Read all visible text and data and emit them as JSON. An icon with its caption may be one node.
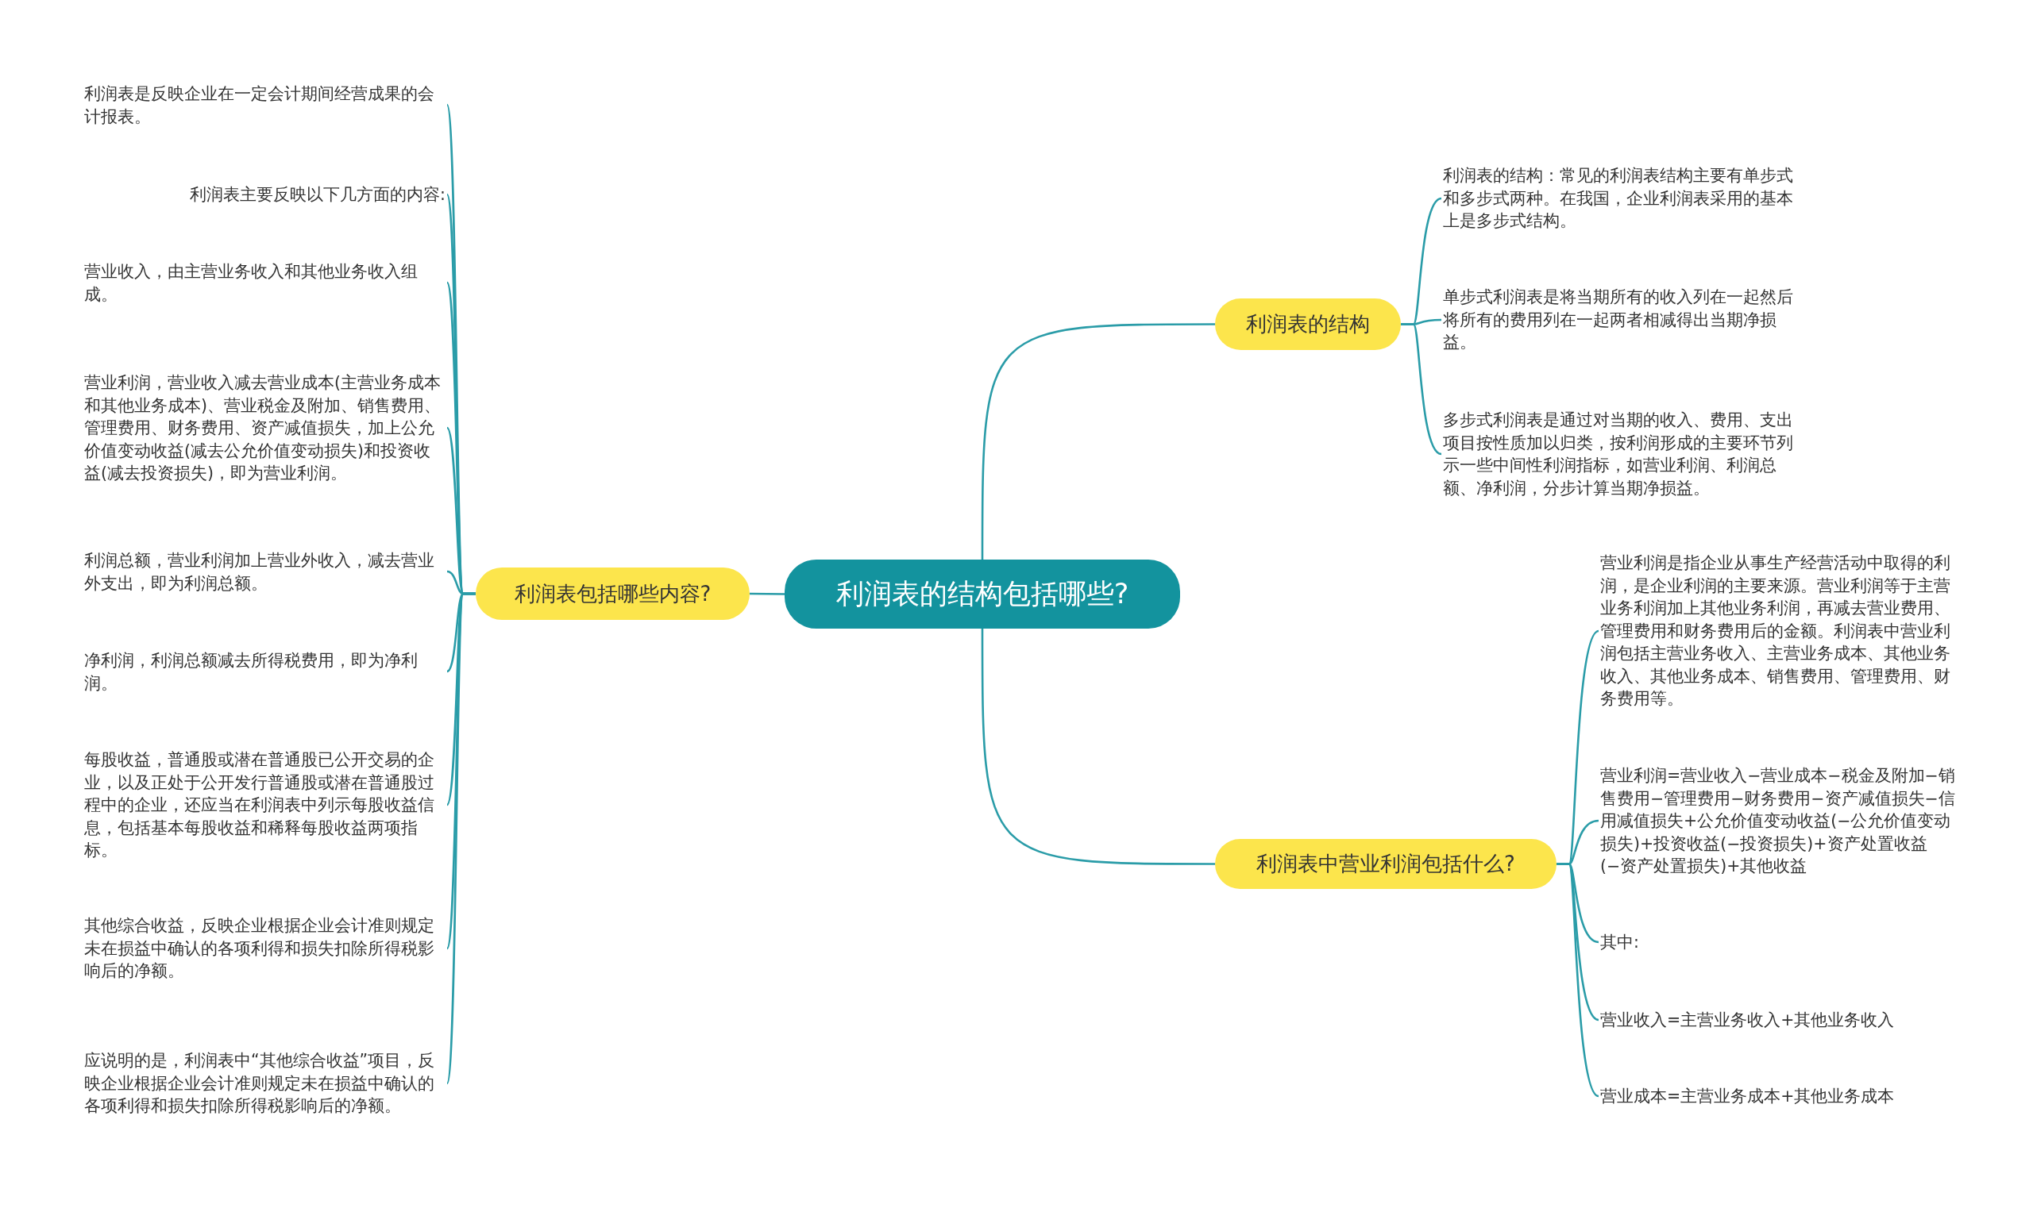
{
  "diagram": {
    "nodes": [
      {
        "text": [
          "利润表的结构包括哪些?"
        ]
      },
      {
        "text": [
          "利润表包括哪些内容?"
        ]
      },
      {
        "text": [
          "利润表是反映企业在一定会计期间经营成果的会计报表。"
        ]
      },
      {
        "text": [
          "利润表主要反映以下几方面的内容:"
        ]
      },
      {
        "text": [
          "营业收入，由主营业务收入和其他业务收入组成。"
        ]
      },
      {
        "text": [
          "营业利润，营业收入减去营业成本(主营业务成本和其他业务成本)、营业税金及附加、销售费用、管理费用、财务费用、资产减值损失，加上公允价值变动收益(减去公允价值变动损失)和投资收益(减去投资损失)，即为营业利润。"
        ]
      },
      {
        "text": [
          "利润总额，营业利润加上营业外收入，减去营业外支出，即为利润总额。"
        ]
      },
      {
        "text": [
          "净利润，利润总额减去所得税费用，即为净利润。"
        ]
      },
      {
        "text": [
          "每股收益，普通股或潜在普通股已公开交易的企业，以及正处于公开发行普通股或潜在普通股过程中的企业，还应当在利润表中列示每股收益信息，包括基本每股收益和稀释每股收益两项指标。"
        ]
      },
      {
        "text": [
          "其他综合收益，反映企业根据企业会计准则规定未在损益中确认的各项利得和损失扣除所得税影响后的净额。"
        ]
      },
      {
        "text": [
          "应说明的是，利润表中“其他综合收益”项目，反映企业根据企业会计准则规定未在损益中确认的各项利得和损失扣除所得税影响后的净额。"
        ]
      },
      {
        "text": [
          "利润表的结构"
        ]
      },
      {
        "text": [
          "利润表的结构：常见的利润表结构主要有单步式和多步式两种。在我国，企业利润表采用的基本上是多步式结构。"
        ]
      },
      {
        "text": [
          "单步式利润表是将当期所有的收入列在一起然后将所有的费用列在一起两者相减得出当期净损益。"
        ]
      },
      {
        "text": [
          "多步式利润表是通过对当期的收入、费用、支出项目按性质加以归类，按利润形成的主要环节列示一些中间性利润指标，如营业利润、利润总额、净利润，分步计算当期净损益。"
        ]
      },
      {
        "text": [
          "利润表中营业利润包括什么?"
        ]
      },
      {
        "text": [
          "营业利润是指企业从事生产经营活动中取得的利润，是企业利润的主要来源。营业利润等于主营业务利润加上其他业务利润，再减去营业费用、管理费用和财务费用后的金额。利润表中营业利润包括主营业务收入、主营业务成本、其他业务收入、其他业务成本、销售费用、管理费用、财务费用等。"
        ]
      },
      {
        "text": [
          "营业利润=营业收入−营业成本−税金及附加−销售费用−管理费用−财务费用−资产减值损失−信用减值损失+公允价值变动收益(−公允价值变动损失)+投资收益(−投资损失)+资产处置收益(−资产处置损失)+其他收益"
        ]
      },
      {
        "text": [
          "其中:"
        ]
      },
      {
        "text": [
          "营业收入=主营业务收入+其他业务收入"
        ]
      },
      {
        "text": [
          "营业成本=主营业务成本+其他业务成本"
        ]
      }
    ],
    "edges": [
      {
        "from": 0,
        "to": 1,
        "arrow": "none"
      },
      {
        "from": 0,
        "to": 11,
        "arrow": "none"
      },
      {
        "from": 0,
        "to": 15,
        "arrow": "none"
      },
      {
        "from": 1,
        "to": 2,
        "arrow": "none"
      },
      {
        "from": 1,
        "to": 3,
        "arrow": "none"
      },
      {
        "from": 1,
        "to": 4,
        "arrow": "none"
      },
      {
        "from": 1,
        "to": 5,
        "arrow": "none"
      },
      {
        "from": 1,
        "to": 6,
        "arrow": "none"
      },
      {
        "from": 1,
        "to": 7,
        "arrow": "none"
      },
      {
        "from": 1,
        "to": 8,
        "arrow": "none"
      },
      {
        "from": 1,
        "to": 9,
        "arrow": "none"
      },
      {
        "from": 1,
        "to": 10,
        "arrow": "none"
      },
      {
        "from": 11,
        "to": 12,
        "arrow": "none"
      },
      {
        "from": 11,
        "to": 13,
        "arrow": "none"
      },
      {
        "from": 11,
        "to": 14,
        "arrow": "none"
      },
      {
        "from": 15,
        "to": 16,
        "arrow": "none"
      },
      {
        "from": 15,
        "to": 17,
        "arrow": "none"
      },
      {
        "from": 15,
        "to": 18,
        "arrow": "none"
      },
      {
        "from": 15,
        "to": 19,
        "arrow": "none"
      },
      {
        "from": 15,
        "to": 20,
        "arrow": "none"
      }
    ]
  }
}
